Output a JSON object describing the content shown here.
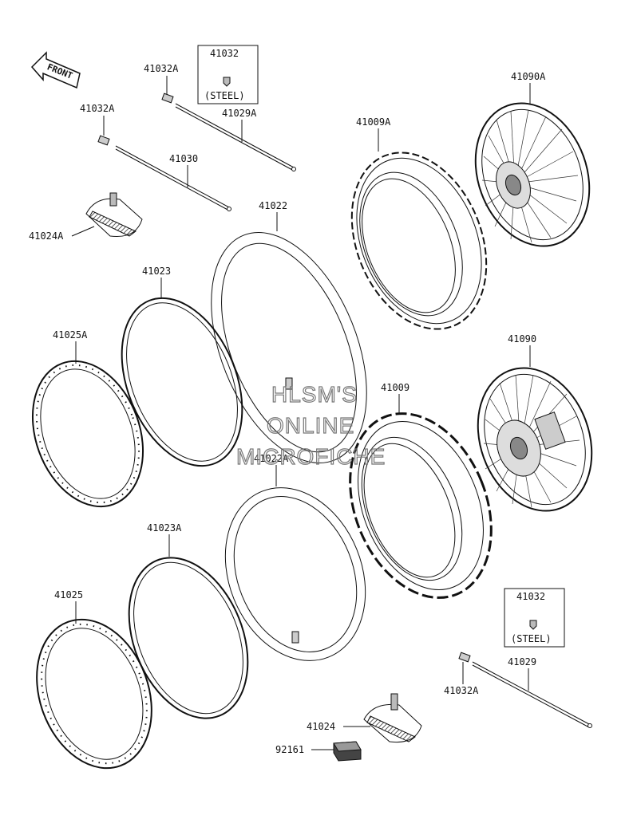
{
  "diagram": {
    "front_label": "FRONT",
    "watermark": [
      "HLSM'S",
      "ONLINE",
      "MICROFICHE"
    ],
    "parts": [
      {
        "id": "p41032_top_box",
        "label": "41032"
      },
      {
        "id": "p41032_top_steel",
        "label": "(STEEL)"
      },
      {
        "id": "p41032A_1",
        "label": "41032A"
      },
      {
        "id": "p41032A_2",
        "label": "41032A"
      },
      {
        "id": "p41029A",
        "label": "41029A"
      },
      {
        "id": "p41030",
        "label": "41030"
      },
      {
        "id": "p41024A",
        "label": "41024A"
      },
      {
        "id": "p41022",
        "label": "41022"
      },
      {
        "id": "p41023",
        "label": "41023"
      },
      {
        "id": "p41025A",
        "label": "41025A"
      },
      {
        "id": "p41009A",
        "label": "41009A"
      },
      {
        "id": "p41090A",
        "label": "41090A"
      },
      {
        "id": "p41090",
        "label": "41090"
      },
      {
        "id": "p41009",
        "label": "41009"
      },
      {
        "id": "p41022A",
        "label": "41022A"
      },
      {
        "id": "p41023A",
        "label": "41023A"
      },
      {
        "id": "p41025",
        "label": "41025"
      },
      {
        "id": "p41032_bot_box",
        "label": "41032"
      },
      {
        "id": "p41032_bot_steel",
        "label": "(STEEL)"
      },
      {
        "id": "p41029",
        "label": "41029"
      },
      {
        "id": "p41032A_3",
        "label": "41032A"
      },
      {
        "id": "p41024",
        "label": "41024"
      },
      {
        "id": "p92161",
        "label": "92161"
      }
    ]
  }
}
